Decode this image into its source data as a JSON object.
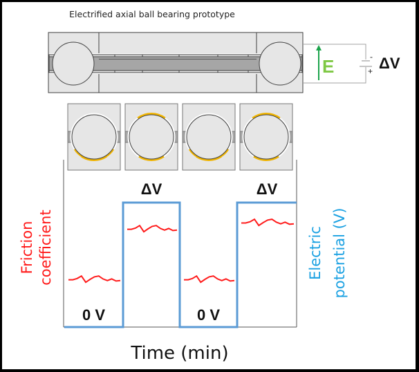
{
  "diagram": {
    "title": "Electrified axial ball bearing prototype",
    "field_label": "E",
    "voltage_label": "ΔV",
    "terminal_minus": "-",
    "terminal_plus": "+",
    "colors": {
      "housing": "#e6e6e6",
      "raceway": "#a6a6a6",
      "outline": "#404040",
      "field_arrow": "#1aa34a",
      "field_label": "#7ec843",
      "tribofilm": "#f0b400",
      "friction": "#ff1a1a",
      "potential": "#5b9bd5",
      "potential_label": "#1ba1e2"
    },
    "ball_states": [
      {
        "state": "0 V",
        "film": "bottom"
      },
      {
        "state": "ΔV",
        "film": "top-and-bottom"
      },
      {
        "state": "0 V",
        "film": "bottom"
      },
      {
        "state": "ΔV",
        "film": "top-and-bottom"
      }
    ]
  },
  "chart_data": {
    "type": "line",
    "title": "",
    "xlabel": "Time (min)",
    "ylabel_left": "Friction coefficient",
    "ylabel_right": "Electric potential (V)",
    "segments": [
      "0 V",
      "ΔV",
      "0 V",
      "ΔV"
    ],
    "segment_labels": [
      {
        "text": "0 V",
        "position": "bottom"
      },
      {
        "text": "ΔV",
        "position": "top"
      },
      {
        "text": "0 V",
        "position": "bottom"
      },
      {
        "text": "ΔV",
        "position": "top"
      }
    ],
    "series": [
      {
        "name": "Electric potential",
        "axis": "right",
        "values": [
          0,
          1,
          0,
          1
        ],
        "style": "step"
      },
      {
        "name": "Friction coefficient",
        "axis": "left",
        "values": [
          0.3,
          0.62,
          0.3,
          0.66
        ],
        "style": "noisy-plateau"
      }
    ],
    "ticks": false,
    "grid": false
  }
}
